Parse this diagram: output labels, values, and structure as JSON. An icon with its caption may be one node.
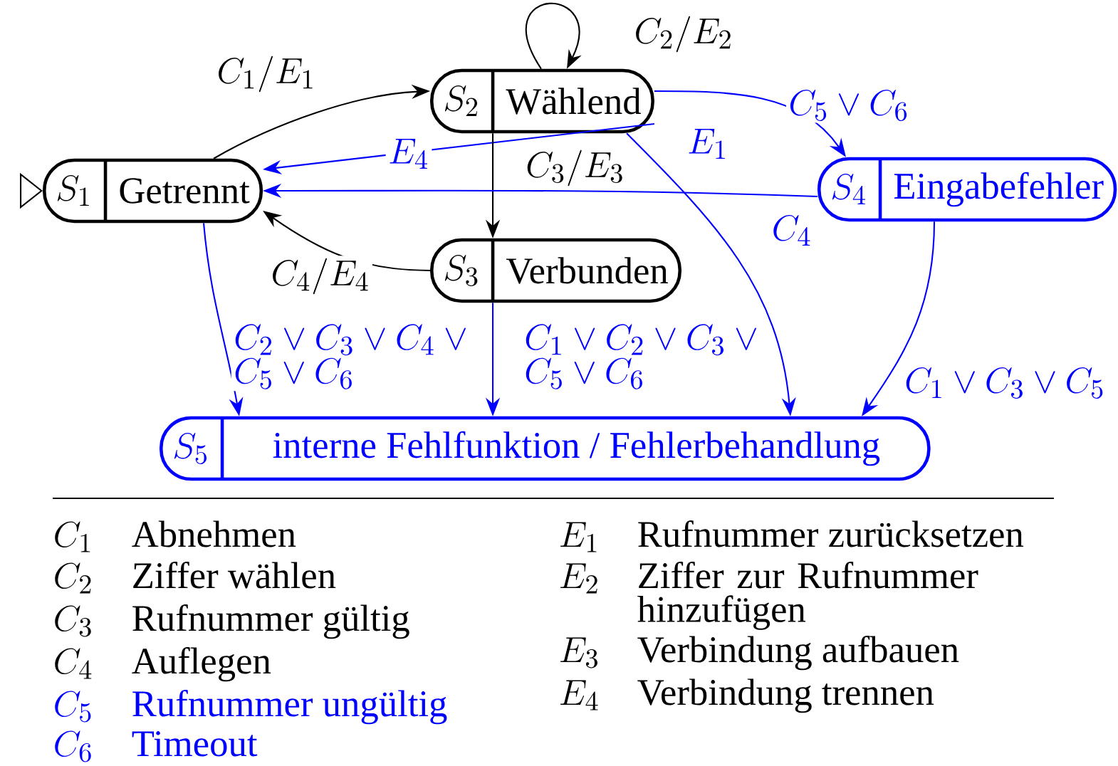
{
  "diagram": {
    "nodes": [
      {
        "text": [
          "S_1",
          "Getrennt"
        ]
      },
      {
        "text": [
          "S_2",
          "Wählend"
        ]
      },
      {
        "text": [
          "S_3",
          "Verbunden"
        ]
      },
      {
        "text": [
          "S_4",
          "Eingabefehler"
        ]
      },
      {
        "text": [
          "S_5",
          "interne Fehlfunktion / Fehlerbehandlung"
        ]
      }
    ],
    "edges": [
      {
        "from": 0,
        "to": 1,
        "arrow": "to",
        "label": "C_1/E_1",
        "color": "#000000"
      },
      {
        "from": 1,
        "to": 1,
        "arrow": "to",
        "label": "C_2/E_2",
        "color": "#000000"
      },
      {
        "from": 1,
        "to": 0,
        "arrow": "to",
        "label": "E_4"
      },
      {
        "from": 1,
        "to": 2,
        "arrow": "to",
        "label": "C_3/E_3",
        "color": "#000000"
      },
      {
        "from": 1,
        "to": 3,
        "arrow": "to",
        "label": "C_5 \\vee C_6"
      },
      {
        "from": 1,
        "to": 4,
        "arrow": "to",
        "label": "E_1"
      },
      {
        "from": 3,
        "to": 0,
        "arrow": "to",
        "label": "C_4"
      },
      {
        "from": 2,
        "to": 0,
        "arrow": "to",
        "label": "C_4/E_4",
        "color": "#000000"
      },
      {
        "from": 0,
        "to": 4,
        "arrow": "to",
        "label": "C_2 \\vee C_3 \\vee C_4 \\vee C_5 \\vee C_6"
      },
      {
        "from": 2,
        "to": 4,
        "arrow": "to",
        "label": "C_1 \\vee C_2 \\vee C_3 \\vee C_5 \\vee C_6"
      },
      {
        "from": 3,
        "to": 4,
        "arrow": "to",
        "label": "C_1 \\vee C_3 \\vee C_5"
      },
      {
        "from": null,
        "to": 0,
        "arrow": "to",
        "color": "#000000"
      }
    ],
    "labels": [
      "C_1",
      "Abnehmen",
      "C_2",
      "Ziffer wählen",
      "C_3",
      "Rufnummer gültig",
      "C_4",
      "Auflegen",
      "C_5",
      "Rufnummer ungültig",
      "C_6",
      "Timeout",
      "E_1",
      "Rufnummer zurücksetzen",
      "E_2",
      "Ziffer zur Rufnummer hinzufügen",
      "E_3",
      "Verbindung aufbauen",
      "E_4",
      "Verbindung trennen"
    ]
  }
}
